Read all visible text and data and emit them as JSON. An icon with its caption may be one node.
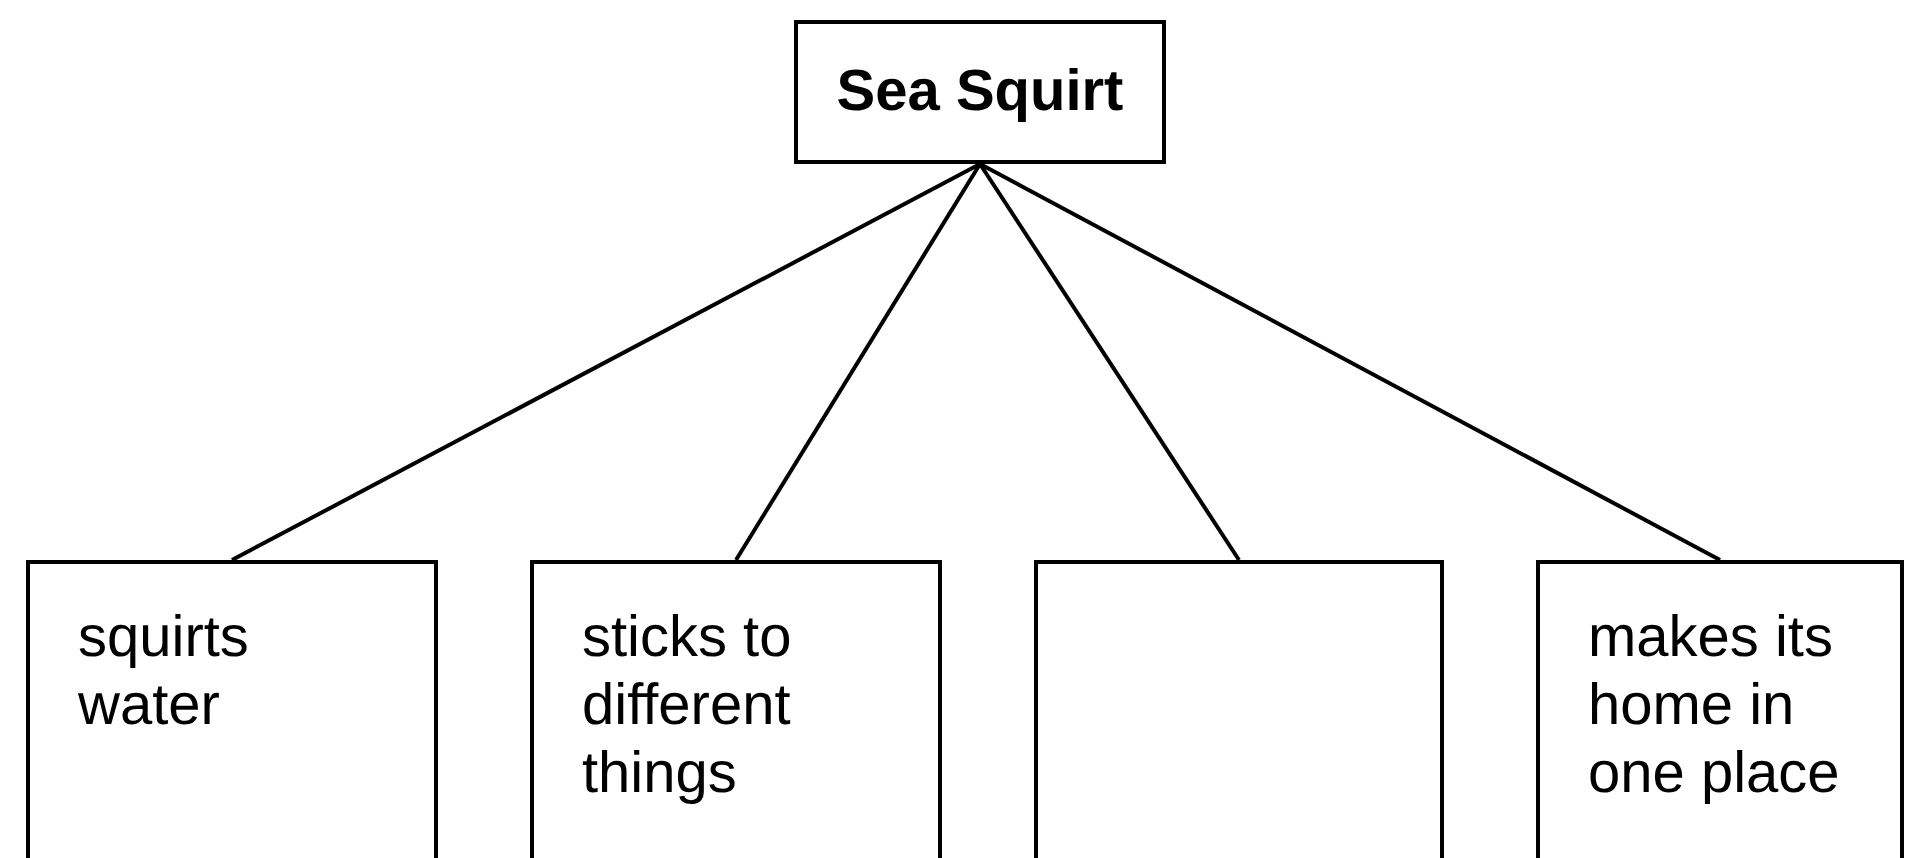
{
  "diagram": {
    "nodes": [
      {
        "text": [
          "Sea Squirt"
        ]
      },
      {
        "text": [
          "squirts water"
        ]
      },
      {
        "text": [
          "sticks to different things"
        ]
      },
      {
        "text": [],
        "shape": "box"
      },
      {
        "text": [
          "makes its home in one place"
        ]
      }
    ],
    "edges": [
      {
        "from": 0,
        "to": 1,
        "arrow": "none"
      },
      {
        "from": 0,
        "to": 2,
        "arrow": "none"
      },
      {
        "from": 0,
        "to": 3,
        "arrow": "none"
      },
      {
        "from": 0,
        "to": 4,
        "arrow": "none"
      }
    ]
  }
}
